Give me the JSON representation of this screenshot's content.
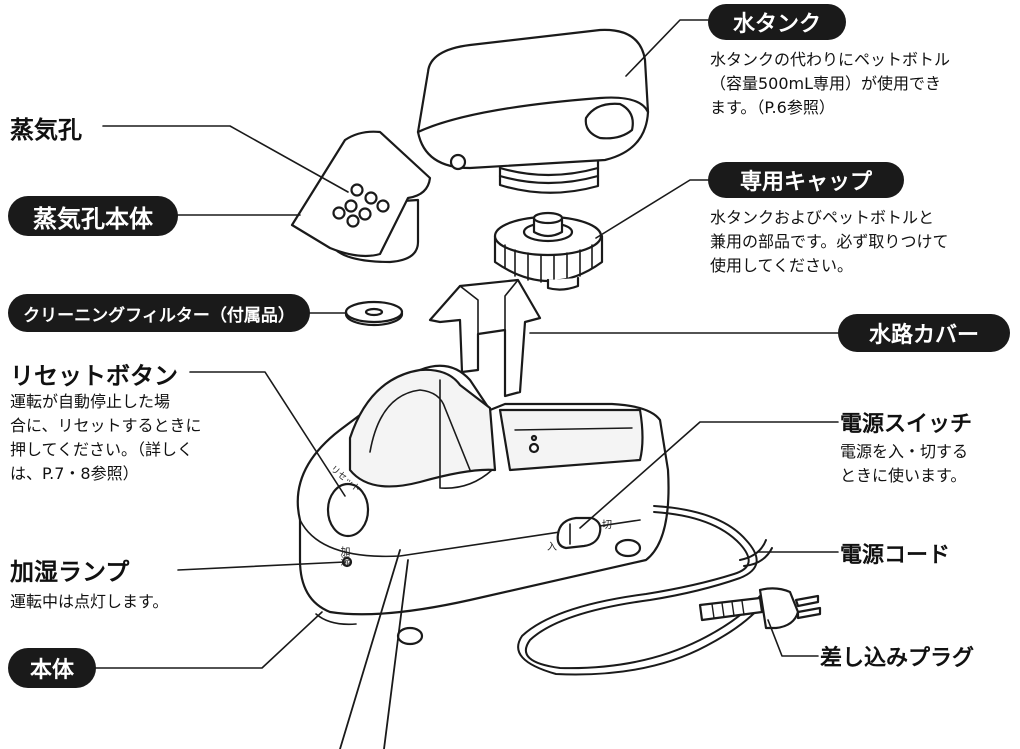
{
  "parts": {
    "water_tank": {
      "name": "水タンク",
      "desc": [
        "水タンクの代わりにペットボトル",
        "（容量500mL専用）が使用でき",
        "ます。（P.6参照）"
      ]
    },
    "steam_hole": {
      "name": "蒸気孔"
    },
    "steam_hole_body": {
      "name": "蒸気孔本体"
    },
    "cap": {
      "name": "専用キャップ",
      "desc": [
        "水タンクおよびペットボトルと",
        "兼用の部品です。必ず取りつけて",
        "使用してください。"
      ]
    },
    "filter": {
      "name": "クリーニングフィルター（付属品）"
    },
    "channel_cover": {
      "name": "水路カバー"
    },
    "reset_button": {
      "name": "リセットボタン",
      "desc": [
        "運転が自動停止した場",
        "合に、リセットするときに",
        "押してください。（詳しく",
        "は、P.7・8参照）"
      ]
    },
    "power_switch": {
      "name": "電源スイッチ",
      "desc": [
        "電源を入・切する",
        "ときに使います。"
      ]
    },
    "power_cord": {
      "name": "電源コード"
    },
    "humidify_lamp": {
      "name": "加湿ランプ",
      "desc": [
        "運転中は点灯します。"
      ]
    },
    "main_body": {
      "name": "本体"
    },
    "plug": {
      "name": "差し込みプラグ"
    }
  },
  "device_marks": {
    "reset": "リセット",
    "lamp": "加湿",
    "on": "入",
    "off": "切"
  }
}
